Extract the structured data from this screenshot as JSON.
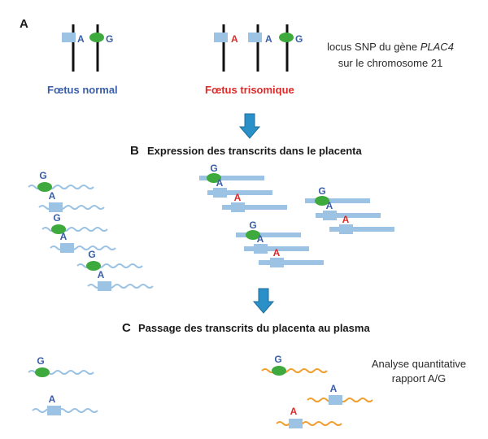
{
  "colors": {
    "allele_a": "#3a5ea8",
    "allele_a_trisomic": "#e02a2a",
    "allele_g": "#3a5ea8",
    "fetus_normal": "#3a5ea8",
    "fetus_trisomic": "#e02a2a",
    "rna_blue": "#9cc3e4",
    "rna_orange": "#f0a030",
    "box_a": "#9cc3e4",
    "ellipse_g": "#3eaa3e",
    "arrow": "#2b90c8"
  },
  "panel_a": {
    "letter": "A",
    "fetus_normal_label": "Fœtus normal",
    "fetus_trisomic_label": "Fœtus trisomique",
    "locus_line1_prefix": "locus SNP du gène ",
    "locus_gene": "PLAC4",
    "locus_line2": "sur le chromosome 21",
    "allele_a": "A",
    "allele_g": "G"
  },
  "panel_b": {
    "letter": "B",
    "heading": "Expression  des transcrits dans le placenta"
  },
  "panel_c": {
    "letter": "C",
    "heading": "Passage des transcrits du placenta au plasma",
    "analysis_line1": "Analyse quantitative",
    "analysis_line2": "rapport A/G"
  }
}
